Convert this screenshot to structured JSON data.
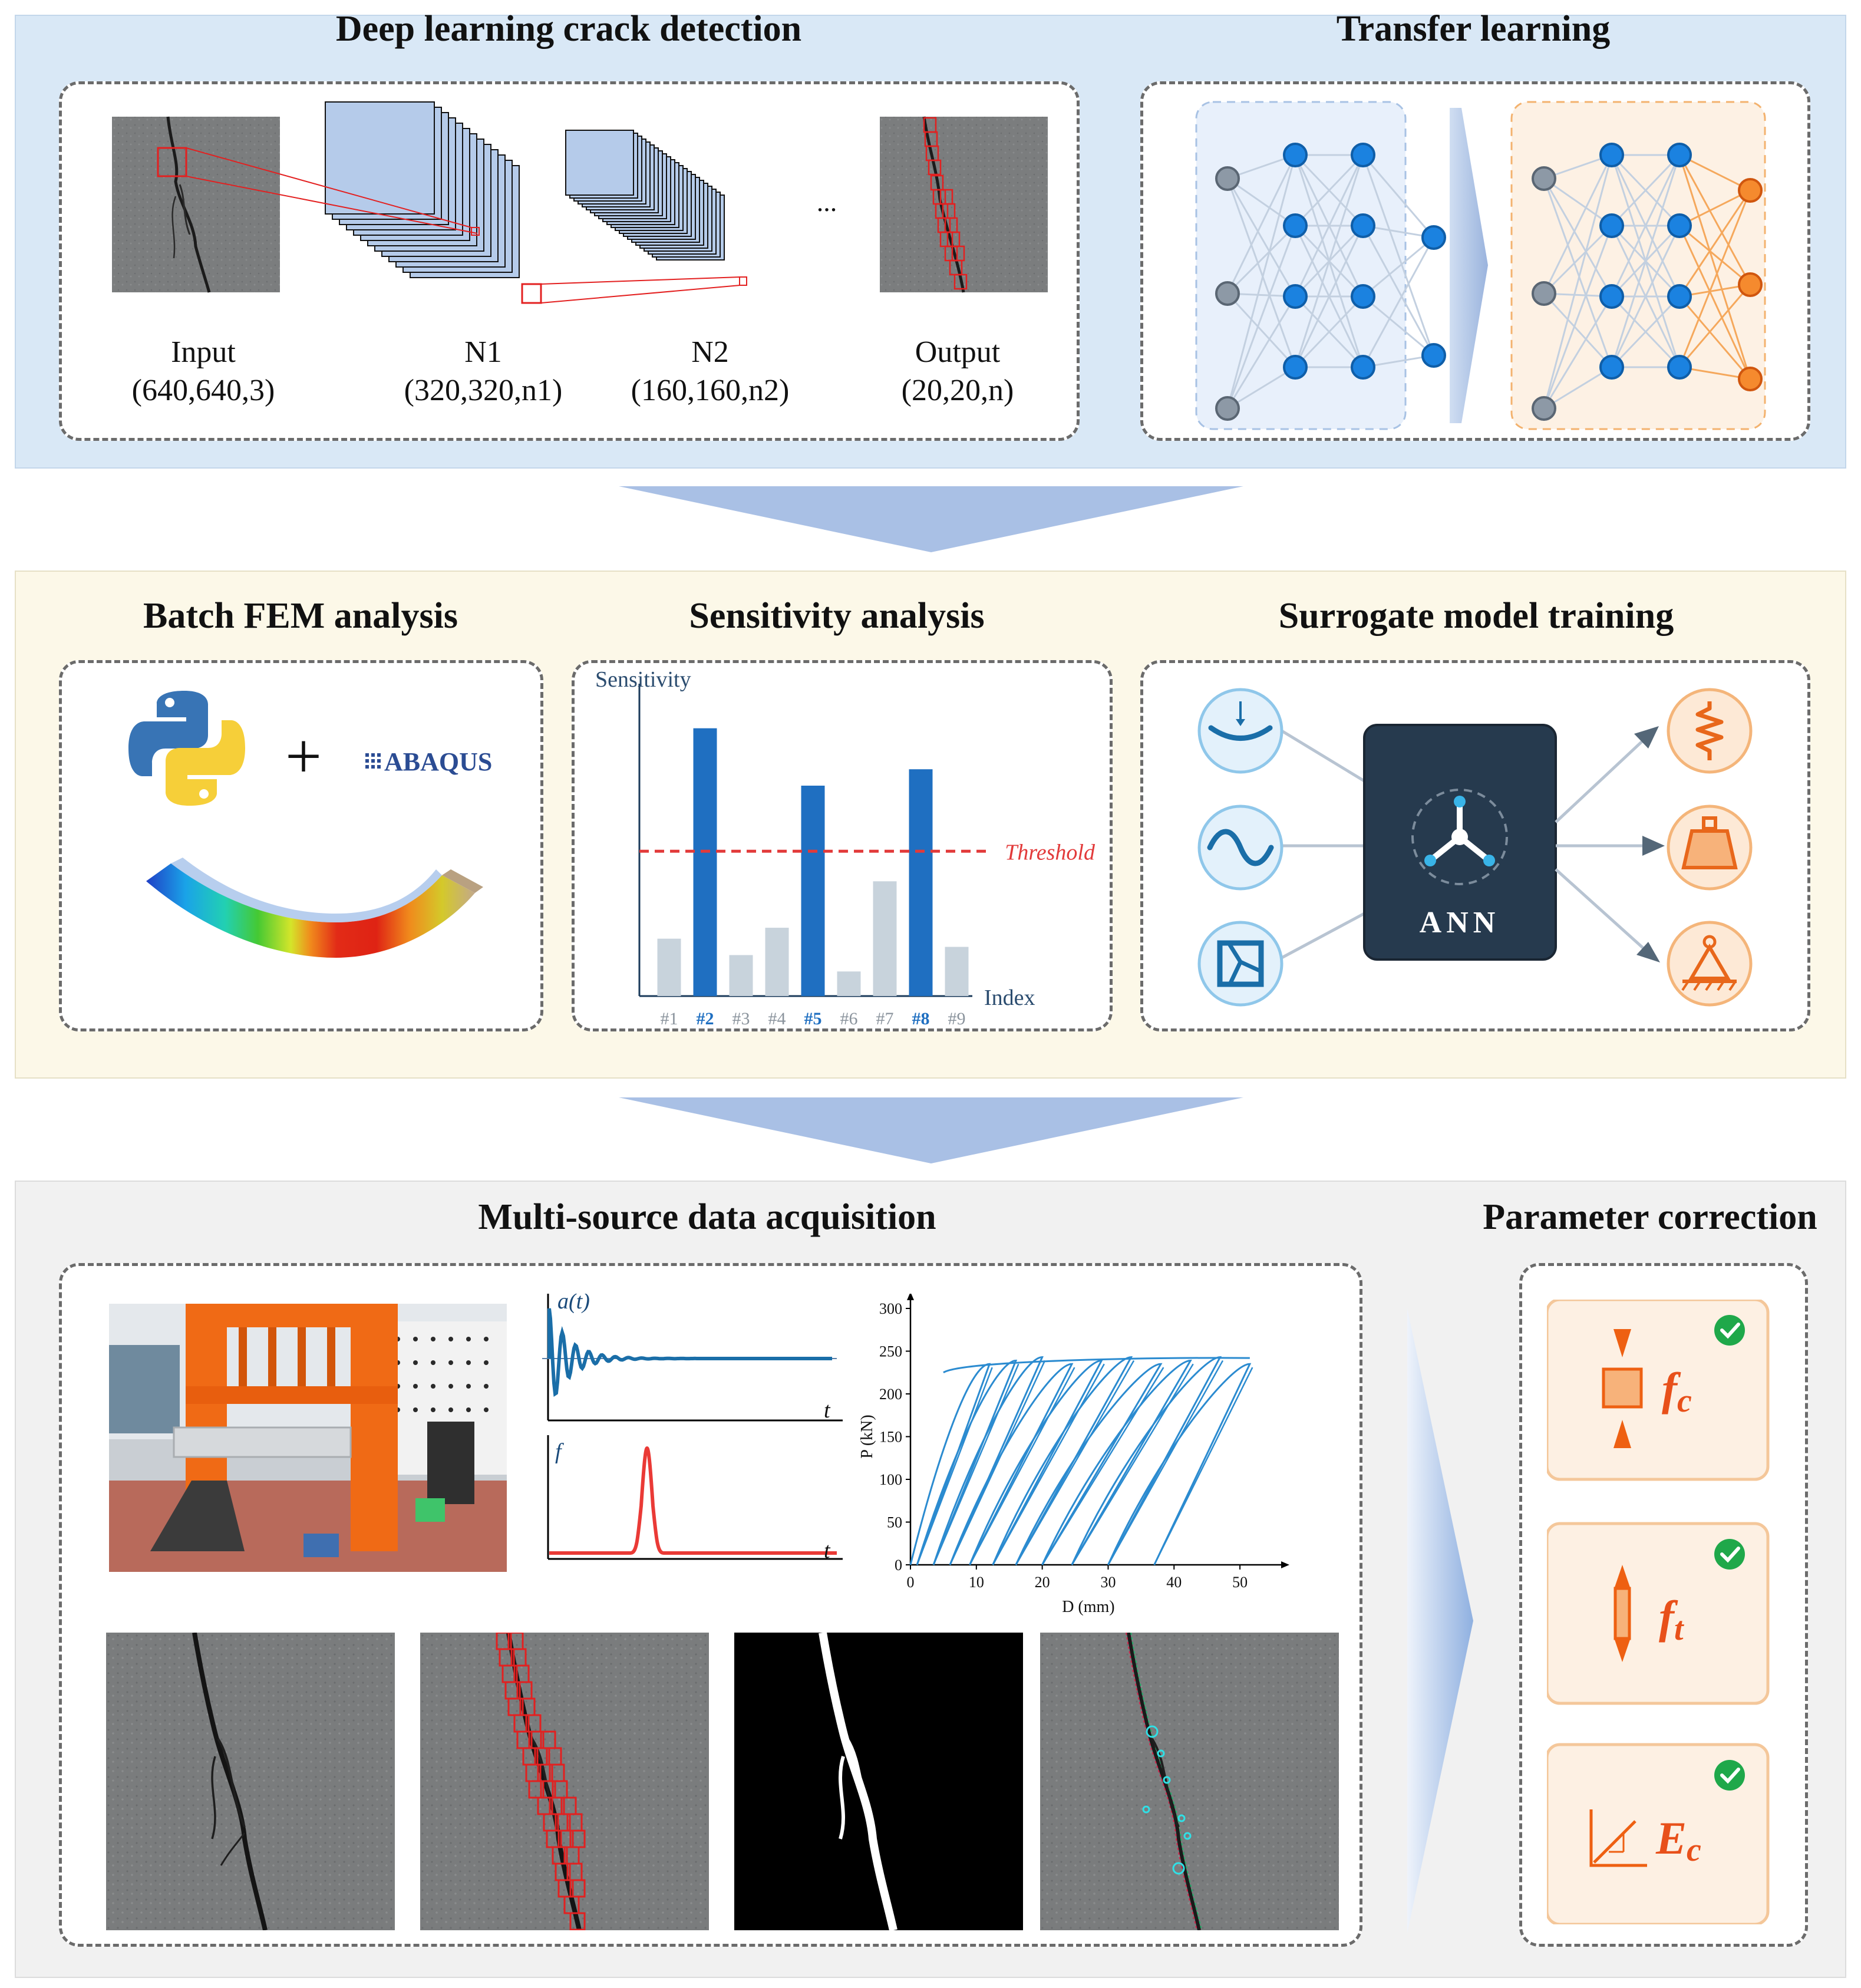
{
  "sections": {
    "deep_learning": {
      "title": "Deep learning crack detection"
    },
    "transfer": {
      "title": "Transfer learning"
    },
    "batch_fem": {
      "title": "Batch FEM analysis"
    },
    "sensitivity": {
      "title": "Sensitivity analysis"
    },
    "surrogate": {
      "title": "Surrogate model training"
    },
    "multisource": {
      "title": "Multi-source data acquisition"
    },
    "param_correction": {
      "title": "Parameter correction"
    }
  },
  "cnn": {
    "input": {
      "name": "Input",
      "dims": "(640,640,3)"
    },
    "n1": {
      "name": "N1",
      "dims": "(320,320,n1)"
    },
    "n2": {
      "name": "N2",
      "dims": "(160,160,n2)"
    },
    "ellipsis": "...",
    "output": {
      "name": "Output",
      "dims": "(20,20,n)"
    }
  },
  "fem": {
    "abaqus_label": "ABAQUS",
    "plus": "+"
  },
  "surrogate": {
    "ann_label": "ANN"
  },
  "accel_chart": {
    "ylabel": "a(t)",
    "xlabel": "t"
  },
  "freq_chart": {
    "ylabel": "f",
    "xlabel": "t"
  },
  "params": [
    {
      "symbol": "f",
      "sub": "c"
    },
    {
      "symbol": "f",
      "sub": "t"
    },
    {
      "symbol": "E",
      "sub": "c"
    }
  ],
  "colors": {
    "accent_blue": "#1f6fc1",
    "accent_orange": "#f07a22",
    "threshold_red": "#e23a3a",
    "check_green": "#1fa84a"
  },
  "chart_data": [
    {
      "type": "bar",
      "ylabel": "Sensitivity",
      "xlabel": "Index",
      "categories": [
        "#1",
        "#2",
        "#3",
        "#4",
        "#5",
        "#6",
        "#7",
        "#8",
        "#9"
      ],
      "values": [
        0.21,
        0.98,
        0.15,
        0.25,
        0.77,
        0.09,
        0.42,
        0.83,
        0.18
      ],
      "highlighted": [
        "#2",
        "#5",
        "#8"
      ],
      "threshold": {
        "label": "Threshold",
        "value": 0.53
      },
      "ylim": [
        0,
        1.1
      ]
    },
    {
      "type": "line",
      "xlabel": "D (mm)",
      "ylabel": "P (kN)",
      "xlim": [
        0,
        55
      ],
      "ylim": [
        0,
        300
      ],
      "xticks": [
        0,
        10,
        20,
        30,
        40,
        50
      ],
      "yticks": [
        0,
        50,
        100,
        150,
        200,
        250,
        300
      ],
      "peak_load": 245,
      "cycle_peak_displacements": [
        12.0,
        16.0,
        20.0,
        24.5,
        29.0,
        33.5,
        38.0,
        42.5,
        47.0,
        51.5
      ],
      "cycle_residual_displacements": [
        1.0,
        3.5,
        6.0,
        9.0,
        12.5,
        16.0,
        20.0,
        24.5,
        30.0,
        37.0
      ]
    }
  ]
}
